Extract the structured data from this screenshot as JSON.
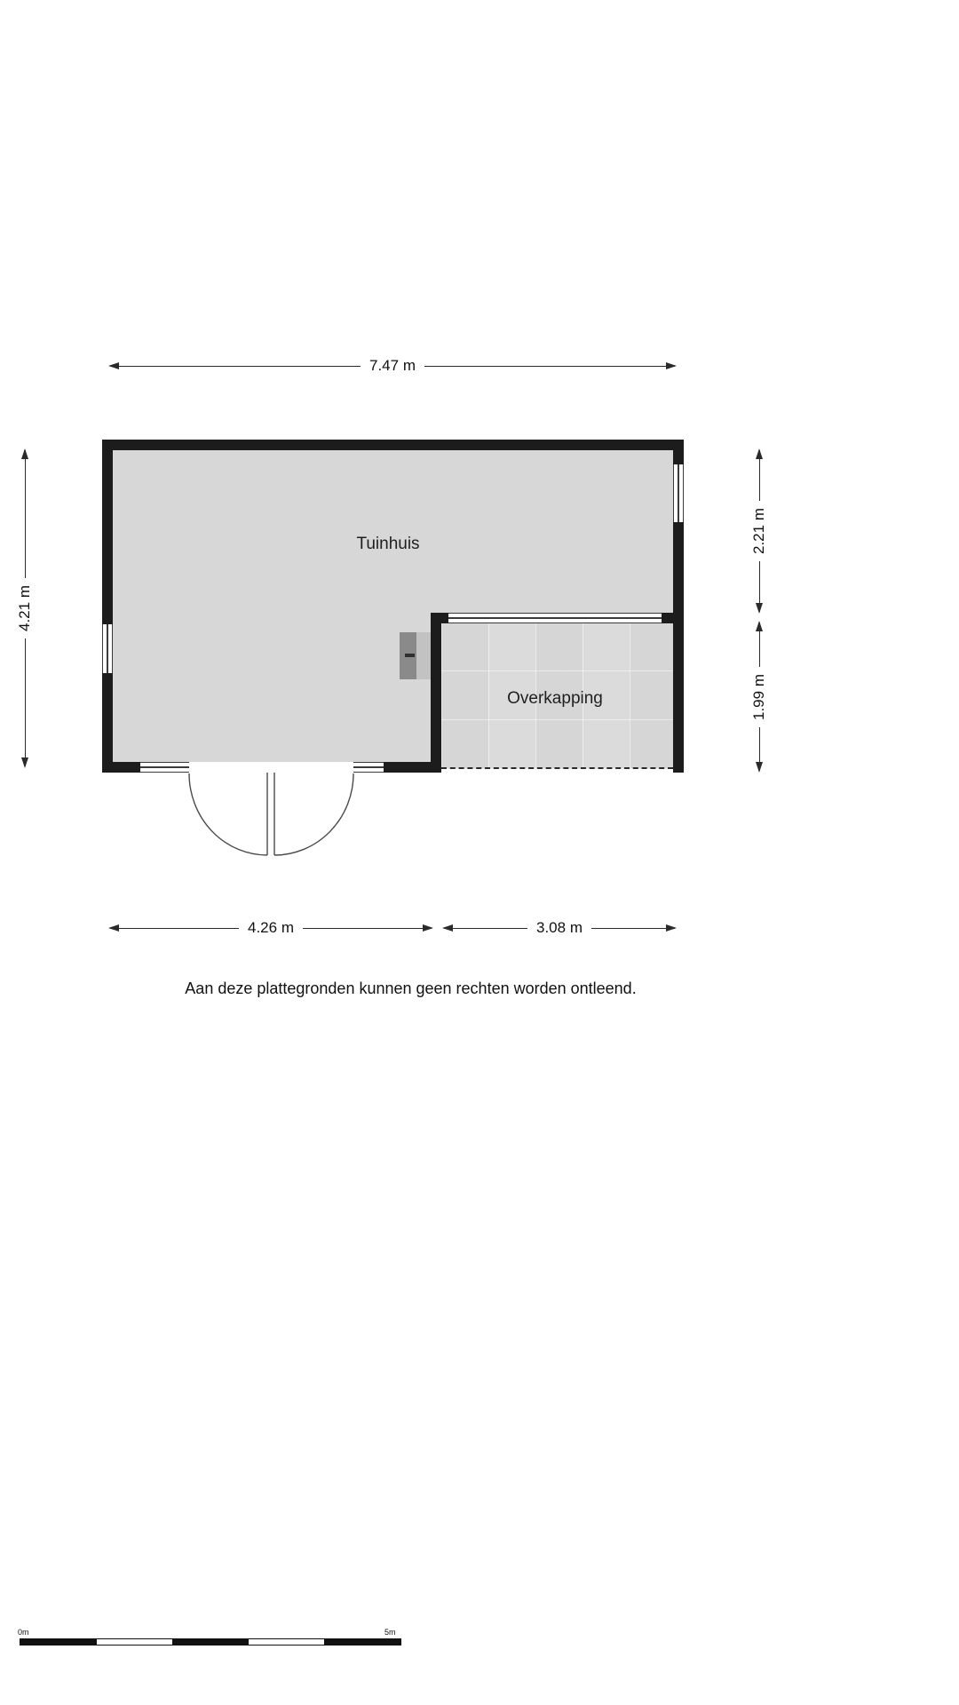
{
  "floorplan": {
    "rooms": {
      "tuinhuis": {
        "label": "Tuinhuis"
      },
      "overkapping": {
        "label": "Overkapping"
      }
    },
    "dimensions": {
      "top_width": "7.47 m",
      "left_height": "4.21 m",
      "right_upper": "2.21 m",
      "right_lower": "1.99 m",
      "bottom_left": "4.26 m",
      "bottom_right": "3.08 m"
    },
    "disclaimer": "Aan deze plattegronden kunnen geen rechten worden ontleend.",
    "scalebar": {
      "start_label": "0m",
      "end_label": "5m"
    },
    "colors": {
      "wall": "#1c1c1c",
      "floor": "#d7d7d7",
      "tiles": "#dbdbdb",
      "dimension_line": "#2b2b2b",
      "fixture_dark": "#8a8a8a",
      "fixture_light": "#c2c2c2"
    }
  }
}
